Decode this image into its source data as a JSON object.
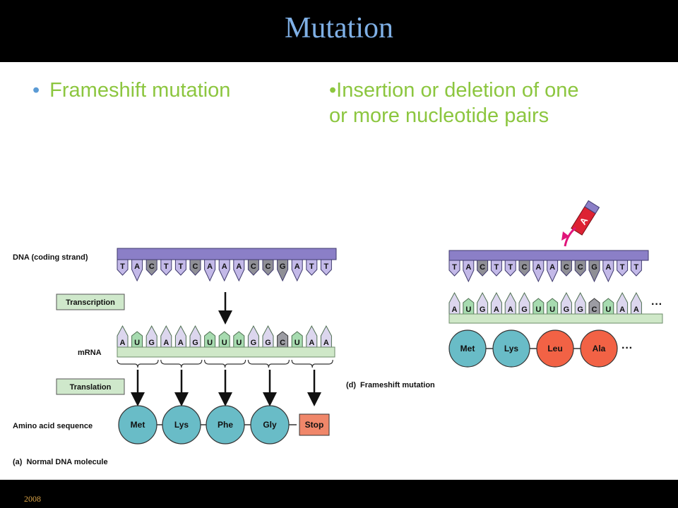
{
  "slide": {
    "title": "Mutation",
    "bullet_left": "Frameshift mutation",
    "bullet_right_line1": "Insertion or deletion of one",
    "bullet_right_line2": "or more nucleotide pairs",
    "footer_year": "2008"
  },
  "diagram_a": {
    "dna_label": "DNA (coding strand)",
    "dna_bases": [
      "T",
      "A",
      "C",
      "T",
      "T",
      "C",
      "A",
      "A",
      "A",
      "C",
      "C",
      "G",
      "A",
      "T",
      "T"
    ],
    "transcription_label": "Transcription",
    "mrna_label": "mRNA",
    "mrna_bases": [
      "A",
      "U",
      "G",
      "A",
      "A",
      "G",
      "U",
      "U",
      "U",
      "G",
      "G",
      "C",
      "U",
      "A",
      "A"
    ],
    "translation_label": "Translation",
    "amino_label": "Amino acid sequence",
    "aminos": [
      "Met",
      "Lys",
      "Phe",
      "Gly"
    ],
    "stop_label": "Stop",
    "caption_letter": "(a)",
    "caption_text": "Normal DNA molecule"
  },
  "diagram_d": {
    "inserted_base": "A",
    "dna_bases": [
      "T",
      "A",
      "C",
      "T",
      "T",
      "C",
      "A",
      "A",
      "C",
      "C",
      "G",
      "A",
      "T",
      "T"
    ],
    "mrna_bases": [
      "A",
      "U",
      "G",
      "A",
      "A",
      "G",
      "U",
      "U",
      "G",
      "G",
      "C",
      "U",
      "A",
      "A"
    ],
    "mrna_ellipsis": "···",
    "aminos": [
      "Met",
      "Lys",
      "Leu",
      "Ala"
    ],
    "amino_ellipsis": "···",
    "caption_letter": "(d)",
    "caption_text": "Frameshift mutation"
  },
  "colors": {
    "dna_backbone": "#8b7fc7",
    "dna_base_purple": "#c3b9e8",
    "dna_base_gray": "#8f8f96",
    "mrna_backbone": "#cfe8c8",
    "mrna_base_lav": "#dcd6ee",
    "mrna_base_green": "#a7dbb0",
    "label_box": "#cfe8cb",
    "amino_teal": "#69bcc7",
    "amino_red": "#f26245",
    "stop_salmon": "#f0876a"
  }
}
